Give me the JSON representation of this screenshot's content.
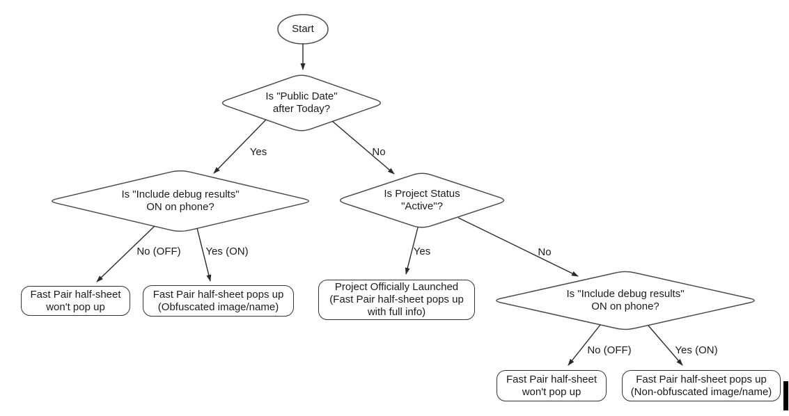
{
  "diagram": {
    "type": "flowchart",
    "colors": {
      "background": "#ffffff",
      "shape_stroke": "#4a4a4a",
      "box_stroke": "#333333",
      "edge_line": "#2a2a2a",
      "text": "#1a1a1a",
      "caret": "#000000"
    },
    "nodes": {
      "start": {
        "type": "terminator",
        "label": "Start"
      },
      "public_date": {
        "type": "decision",
        "lines": [
          "Is \"Public Date\"",
          "after Today?"
        ]
      },
      "debug_left": {
        "type": "decision",
        "lines": [
          "Is \"Include debug results\"",
          "ON on phone?"
        ]
      },
      "project_status": {
        "type": "decision",
        "lines": [
          "Is Project Status",
          "\"Active\"?"
        ]
      },
      "debug_right": {
        "type": "decision",
        "lines": [
          "Is \"Include debug results\"",
          "ON on phone?"
        ]
      },
      "no_popup_left": {
        "type": "result",
        "lines": [
          "Fast Pair half-sheet",
          "won't pop up"
        ]
      },
      "obfuscated": {
        "type": "result",
        "lines": [
          "Fast Pair half-sheet pops up",
          "(Obfuscated image/name)"
        ]
      },
      "launched": {
        "type": "result",
        "lines": [
          "Project Officially Launched",
          "(Fast Pair half-sheet pops up",
          "with full info)"
        ]
      },
      "no_popup_right": {
        "type": "result",
        "lines": [
          "Fast Pair half-sheet",
          "won't pop up"
        ]
      },
      "non_obfuscated": {
        "type": "result",
        "lines": [
          "Fast Pair half-sheet pops up",
          "(Non-obfuscated image/name)"
        ]
      }
    },
    "edges": {
      "yes_to_debug_left": "Yes",
      "no_to_project_status": "No",
      "no_off_left": "No (OFF)",
      "yes_on_left": "Yes (ON)",
      "yes_to_launched": "Yes",
      "no_to_debug_right": "No",
      "no_off_right": "No (OFF)",
      "yes_on_right": "Yes (ON)"
    }
  }
}
